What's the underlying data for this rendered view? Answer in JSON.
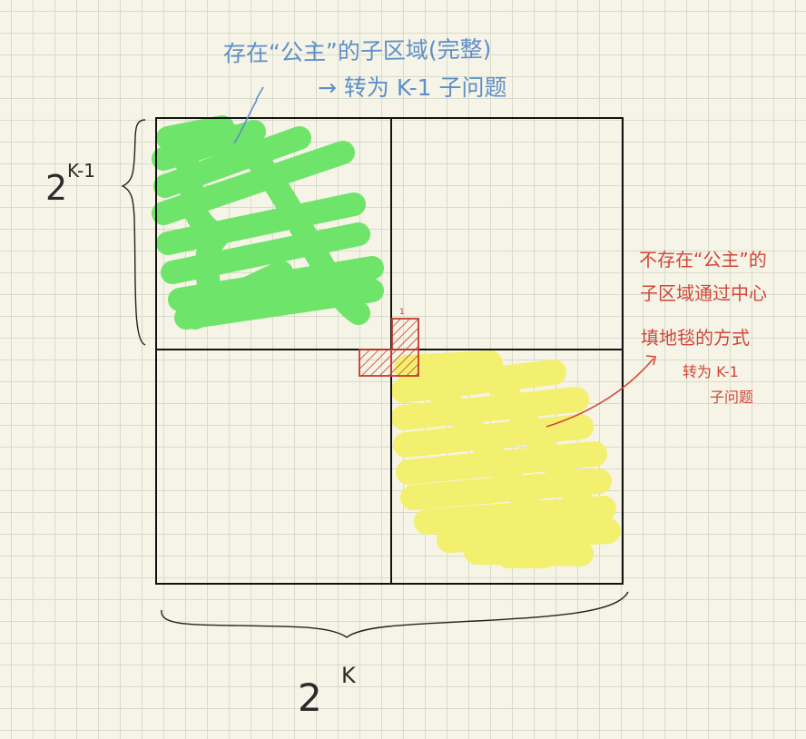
{
  "annotations": {
    "blue_line1": "存在“公主”的子区域(完整)",
    "blue_line2": "→ 转为 K-1 子问题",
    "red_line1": "不存在“公主”的",
    "red_line2": "子区域通过中心",
    "red_line3": "填地毯的方式",
    "red_line4": "转为 K-1",
    "red_line5": "子问题"
  },
  "labels": {
    "small_side_base": "2",
    "small_side_exponent": "K-1",
    "big_side_base": "2",
    "big_side_exponent": "K",
    "tile_marker": "1"
  },
  "colors": {
    "background": "#f6f4e6",
    "grid_line": "#d7dbcc",
    "ink": "#111111",
    "green_fill": "#6fe46a",
    "yellow_fill": "#f3f070",
    "blue_note": "#5f8fc9",
    "red_note": "#d2463a",
    "carpet_outline": "#c43b30"
  }
}
